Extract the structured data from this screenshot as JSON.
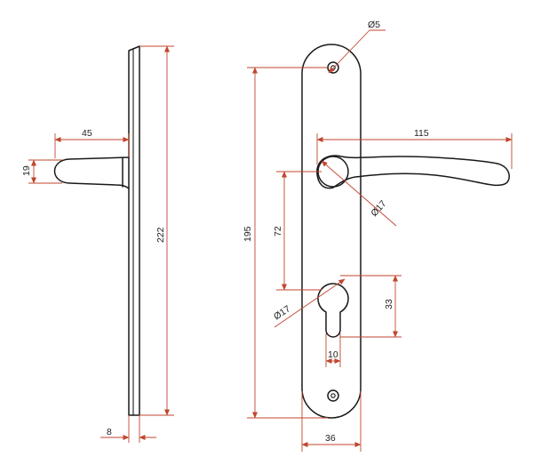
{
  "dimensions": {
    "handle_projection": "45",
    "lever_height": "19",
    "plate_height_side": "222",
    "plate_thickness": "8",
    "screw_hole_diameter": "Ø5",
    "lever_length": "115",
    "spindle_diameter": "Ø17",
    "hole_spacing": "195",
    "spindle_to_cylinder": "72",
    "cylinder_diameter": "Ø17",
    "cylinder_height": "33",
    "cylinder_slot_width": "10",
    "plate_width": "36"
  },
  "colors": {
    "outline": "#1a1a1a",
    "dimension_line": "#c0462e",
    "text": "#222222"
  }
}
